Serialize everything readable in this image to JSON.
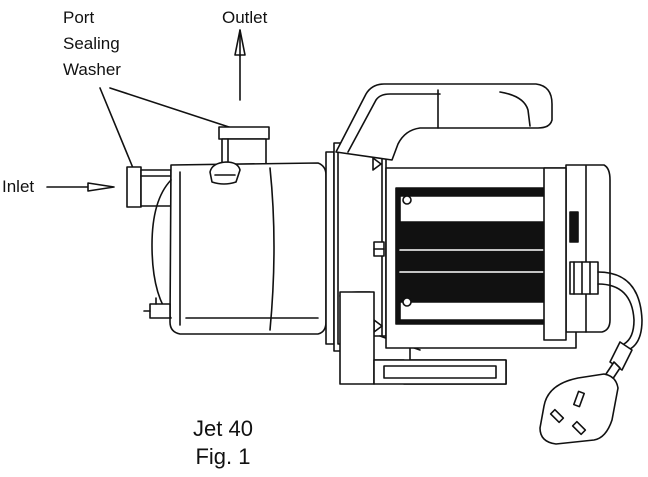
{
  "labels": {
    "port_line1": "Port",
    "port_line2": "Sealing",
    "port_line3": "Washer",
    "outlet": "Outlet",
    "inlet": "Inlet"
  },
  "caption": {
    "model": "Jet 40",
    "figure": "Fig. 1"
  },
  "colors": {
    "ink": "#111111",
    "background": "#ffffff",
    "motor_fill": "#111111",
    "body_fill": "#ffffff"
  }
}
